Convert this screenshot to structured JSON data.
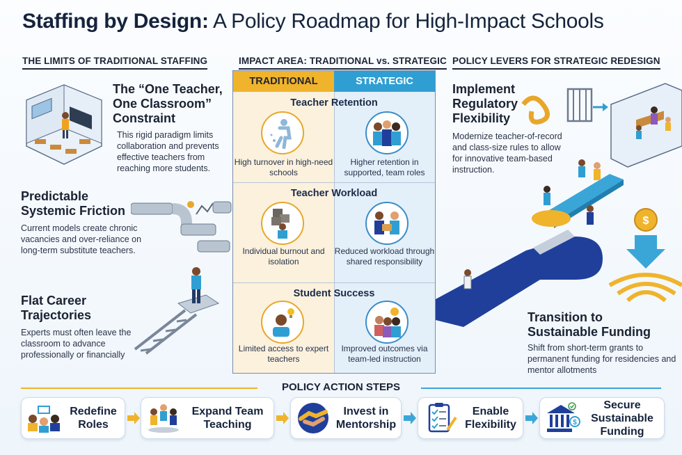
{
  "title": {
    "bold": "Staffing by Design:",
    "rest": " A Policy Roadmap for High-Impact Schools"
  },
  "left": {
    "heading": "THE LIMITS OF TRADITIONAL STAFFING",
    "block1": {
      "title": "The “One Teacher, One Classroom” Constraint",
      "text": "This rigid paradigm limits collaboration and prevents effective teachers from reaching more students."
    },
    "block2": {
      "title": "Predictable Systemic Friction",
      "text": "Current models create chronic vacancies and over-reliance on long-term substitute teachers."
    },
    "block3": {
      "title": "Flat Career Trajectories",
      "text": "Experts must often leave the classroom to advance professionally or financially"
    }
  },
  "middle": {
    "heading": "IMPACT AREA: TRADITIONAL vs. STRATEGIC",
    "col_traditional": "TRADITIONAL",
    "col_strategic": "STRATEGIC",
    "sections": [
      {
        "title": "Teacher Retention",
        "traditional": "High turnover in high-need schools",
        "strategic": "Higher retention in supported, team roles"
      },
      {
        "title": "Teacher Workload",
        "traditional": "Individual burnout and isolation",
        "strategic": "Reduced workload through shared responsibility"
      },
      {
        "title": "Student Success",
        "traditional": "Limited access to expert teachers",
        "strategic": "Improved outcomes via team-led instruction"
      }
    ]
  },
  "right": {
    "heading": "POLICY LEVERS FOR STRATEGIC REDESIGN",
    "block1": {
      "title": "Implement Regulatory Flexibility",
      "text": "Modernize teacher-of-record and class-size rules to allow for innovative team-based instruction."
    },
    "block2": {
      "title": "Transition to Sustainable Funding",
      "text": "Shift from short-term grants to permanent funding for residencies and mentor allotments"
    }
  },
  "steps": {
    "heading": "POLICY ACTION STEPS",
    "items": [
      {
        "label": "Redefine Roles",
        "icon": "team-roles-icon"
      },
      {
        "label": "Expand Team Teaching",
        "icon": "team-teaching-icon"
      },
      {
        "label": "Invest in Mentorship",
        "icon": "handshake-icon"
      },
      {
        "label": "Enable Flexibility",
        "icon": "checklist-icon"
      },
      {
        "label": "Secure Sustainable Funding",
        "icon": "bank-icon"
      }
    ]
  },
  "colors": {
    "traditional": "#f0b32c",
    "strategic": "#2f9fd3",
    "navy": "#1f3f9a"
  }
}
